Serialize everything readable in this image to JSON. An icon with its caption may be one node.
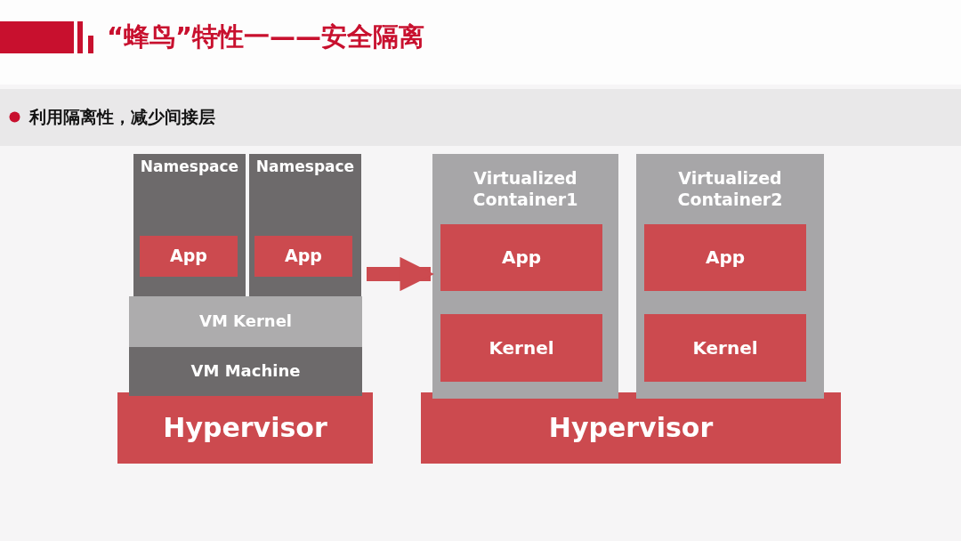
{
  "diagram": {
    "title": "“蜂鸟”特性一——安全隔离",
    "nodes": [
      {
        "text": [
          "Namespace"
        ]
      },
      {
        "text": [
          "App"
        ],
        "in": 0
      },
      {
        "text": [
          "Namespace"
        ]
      },
      {
        "text": [
          "App"
        ],
        "in": 2
      },
      {
        "text": [
          "VM Kernel"
        ]
      },
      {
        "text": [
          "VM Machine"
        ]
      },
      {
        "text": [
          "Hypervisor"
        ]
      },
      {
        "text": [
          "Virtualized Container1"
        ]
      },
      {
        "text": [
          "App"
        ],
        "in": 7
      },
      {
        "text": [
          "Kernel"
        ],
        "in": 7
      },
      {
        "text": [
          "Virtualized Container2"
        ]
      },
      {
        "text": [
          "App"
        ],
        "in": 10
      },
      {
        "text": [
          "Kernel"
        ],
        "in": 10
      },
      {
        "text": [
          "Hypervisor"
        ]
      }
    ],
    "edges": [
      {
        "from": 2,
        "to": 7,
        "arrow": "to"
      }
    ],
    "labels": [
      "利用隔离性，减少间接层"
    ]
  }
}
